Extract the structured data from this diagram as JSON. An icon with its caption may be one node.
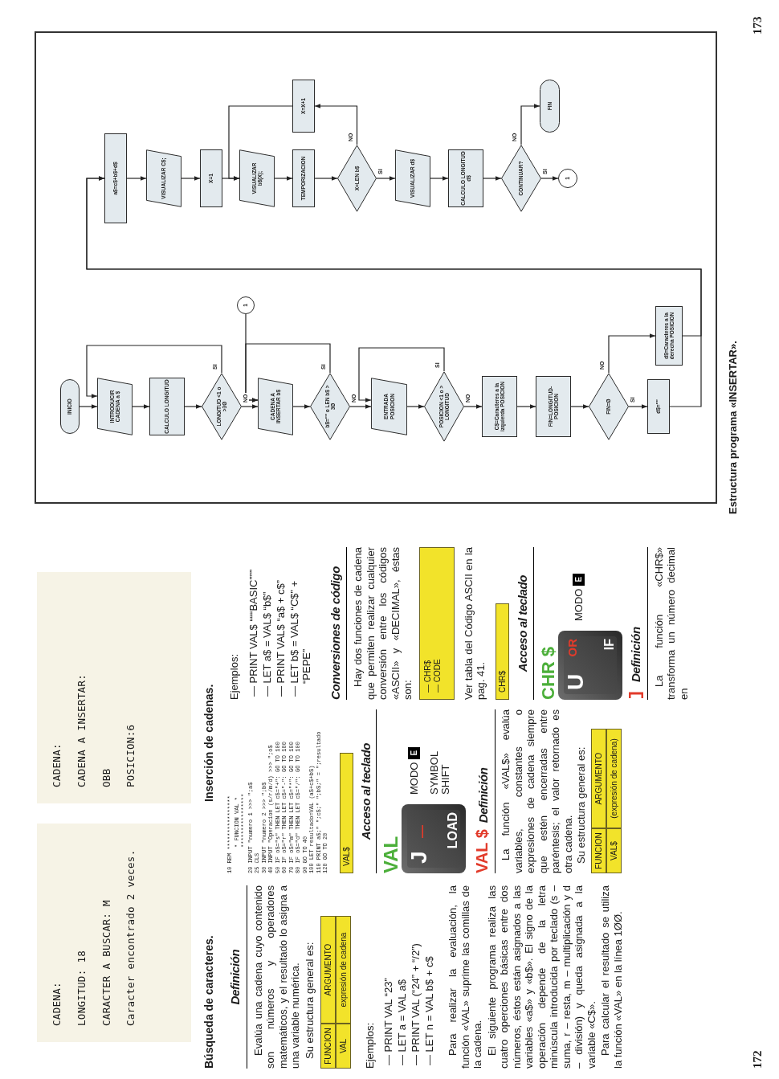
{
  "diagram": {
    "caption": "Estructura programa «INSERTAR».",
    "nodes": [
      {
        "text": [
          "INICIO"
        ]
      },
      {
        "text": [
          "INTRODUCIR CADENA a $"
        ]
      },
      {
        "text": [
          "CALCULO LONGITUD"
        ]
      },
      {
        "text": [
          "LONGITUD <1 o >3Ø"
        ]
      },
      {
        "text": [
          "1"
        ]
      },
      {
        "text": [
          "CADENA A INSERTAR b$"
        ]
      },
      {
        "text": [
          "b$=\"\" o LEN b$ > 3Ø"
        ]
      },
      {
        "text": [
          "ENTRADA POSICION"
        ]
      },
      {
        "text": [
          "POSICION <1 o > LONGITUD"
        ]
      },
      {
        "text": [
          "C$=Caracteres a la izquierda POSICION"
        ]
      },
      {
        "text": [
          "FIN=LONGITUD-POSICION"
        ]
      },
      {
        "text": [
          "FIN=Ø"
        ]
      },
      {
        "text": [
          "d$=\"\""
        ]
      },
      {
        "text": [
          "d$=Caracteres a la derecha POSICION"
        ]
      },
      {
        "text": [
          "a$=c$+b$+d$"
        ]
      },
      {
        "text": [
          "VISUALIZAR C$;"
        ]
      },
      {
        "text": [
          "X=1"
        ]
      },
      {
        "text": [
          "VISUALIZAR b$(X);"
        ]
      },
      {
        "text": [
          "TEMPORIZACION"
        ]
      },
      {
        "text": [
          "X=LEN b$"
        ]
      },
      {
        "text": [
          "X=X+1"
        ]
      },
      {
        "text": [
          "VISUALIZAR d$"
        ]
      },
      {
        "text": [
          "CALCULO LONGITUD d$"
        ]
      },
      {
        "text": [
          "CONTINUAR?"
        ]
      },
      {
        "text": [
          "FIN"
        ]
      },
      {
        "text": [
          "1"
        ]
      }
    ],
    "edges": [
      {
        "from": 0,
        "to": 1,
        "arrow": "to"
      },
      {
        "from": 1,
        "to": 2,
        "arrow": "to"
      },
      {
        "from": 2,
        "to": 3,
        "arrow": "to"
      },
      {
        "from": 3,
        "to": 1,
        "arrow": "to",
        "label": "SI"
      },
      {
        "from": 3,
        "to": 5,
        "arrow": "to",
        "label": "NO"
      },
      {
        "from": 4,
        "to": 5,
        "arrow": "to"
      },
      {
        "from": 5,
        "to": 6,
        "arrow": "to"
      },
      {
        "from": 6,
        "to": 5,
        "arrow": "to",
        "label": "SI"
      },
      {
        "from": 6,
        "to": 7,
        "arrow": "to",
        "label": "NO"
      },
      {
        "from": 7,
        "to": 8,
        "arrow": "to"
      },
      {
        "from": 8,
        "to": 7,
        "arrow": "to",
        "label": "SI"
      },
      {
        "from": 8,
        "to": 9,
        "arrow": "to",
        "label": "NO"
      },
      {
        "from": 9,
        "to": 10,
        "arrow": "to"
      },
      {
        "from": 10,
        "to": 11,
        "arrow": "to"
      },
      {
        "from": 11,
        "to": 13,
        "arrow": "to",
        "label": "NO"
      },
      {
        "from": 11,
        "to": 12,
        "arrow": "to",
        "label": "SI"
      },
      {
        "from": 12,
        "to": 14,
        "arrow": "to"
      },
      {
        "from": 13,
        "to": 14,
        "arrow": "to"
      },
      {
        "from": 14,
        "to": 15,
        "arrow": "to"
      },
      {
        "from": 15,
        "to": 16,
        "arrow": "to"
      },
      {
        "from": 16,
        "to": 17,
        "arrow": "to"
      },
      {
        "from": 17,
        "to": 18,
        "arrow": "to"
      },
      {
        "from": 18,
        "to": 19,
        "arrow": "to"
      },
      {
        "from": 19,
        "to": 20,
        "arrow": "to",
        "label": "NO"
      },
      {
        "from": 20,
        "to": 17,
        "arrow": "to"
      },
      {
        "from": 19,
        "to": 21,
        "arrow": "to",
        "label": "SI"
      },
      {
        "from": 21,
        "to": 22,
        "arrow": "to"
      },
      {
        "from": 22,
        "to": 23,
        "arrow": "to"
      },
      {
        "from": 23,
        "to": 24,
        "arrow": "to",
        "label": "NO"
      },
      {
        "from": 23,
        "to": 25,
        "arrow": "to",
        "label": "SI"
      }
    ],
    "labels": [
      "CADENA:",
      "LONGITUD: 18",
      "CARACTER A BUSCAR: M",
      "Caracter encontrado 2 veces.",
      "CADENA:",
      "CADENA A INSERTAR:",
      "OBB",
      "POSICION:6",
      "Búsqueda de caracteres.",
      "Inserción de cadenas.",
      "Definición",
      "Evalúa una cadena cuyo contenido son números y operadores matemáticos, y el resultado lo asigna a una variable numérica.",
      "Su estructura general es:",
      "FUNCION",
      "ARGUMENTO",
      "VAL",
      "expresión de cadena",
      "Ejemplos:",
      "— PRINT VAL “23”",
      "— LET a = VAL a$",
      "— PRINT VAL (“24” + “/2”)",
      "— LET n = VAL b$ + c$",
      "Para realizar la evaluación, la función «VAL» suprime las comillas de la cadena.",
      "El siguiente programa realiza las cuatro operciones básicas entre dos números, éstos están asignados a las variables «a$» y «b$». El signo de la operación depende de la letra minúscula introducida por teclado (s – suma, r – resta, m – multiplicación y d – división) y queda asignada a la variable «C$».",
      "Para calcular el resultado se utiliza la función «VAL» en la línea 1ØØ.",
      "10 REM ****************",
      "* FUNCION VAL *",
      "****************",
      "20 INPUT \"numero 1 >>> \";a$",
      "25 CLS",
      "30 INPUT \"numero 2 >>> \";b$",
      "40 INPUT \"Operacion (s/r/m/d) >>> \";o$",
      "50 IF o$=\"s\" THEN LET c$=\"+\": GO TO 100",
      "60 IF o$=\"r\" THEN LET c$=\"-\": GO TO 100",
      "70 IF o$=\"m\" THEN LET c$=\"*\": GO TO 100",
      "80 IF o$=\"d\" THEN LET c$=\"/\": GO TO 100",
      "90 GO TO 40",
      "100 LET resultado=VAL (a$+c$+b$)",
      "110 PRINT a$;\" \";c$;\" \";b$;\" = \";resultado",
      "120 GO TO 20",
      "VAL$",
      "Acceso al teclado",
      "VAL",
      "J",
      "—",
      "LOAD",
      "MODO",
      "E",
      "SYMBOL SHIFT",
      "VAL $",
      "Definición",
      "La función «VAL$» evalúa variables, constantes o expresiones de cadena siempre que estén encerradas entre paréntesis; el valor retornado es otra cadena.",
      "Su estructura general es:",
      "FUNCION",
      "ARGUMENTO",
      "VAL$",
      "(expresión de cadena)",
      "Ejemplos:",
      "— PRINT VAL$ “““BASIC”””",
      "— LET a$ = VAL$ “b$”",
      "— PRINT VAL$ “a$ + c$”",
      "— LET b$ = VAL$ “C$” + “PEPE”",
      "Conversiones de código",
      "Hay dos funciones de cadena que permiten realizar cualquier conversión entre los códigos «ASCII» y «DECIMAL», éstas son:",
      "— CHR$",
      "— CODE",
      "Ver tabla del Código ASCII en la pag. 41.",
      "CHR$",
      "Acceso al teclado",
      "CHR $",
      "U",
      "OR",
      "IF",
      "MODO",
      "E",
      "Definición",
      "La función «CHR$» transforma un número decimal en",
      "172",
      "173"
    ]
  }
}
